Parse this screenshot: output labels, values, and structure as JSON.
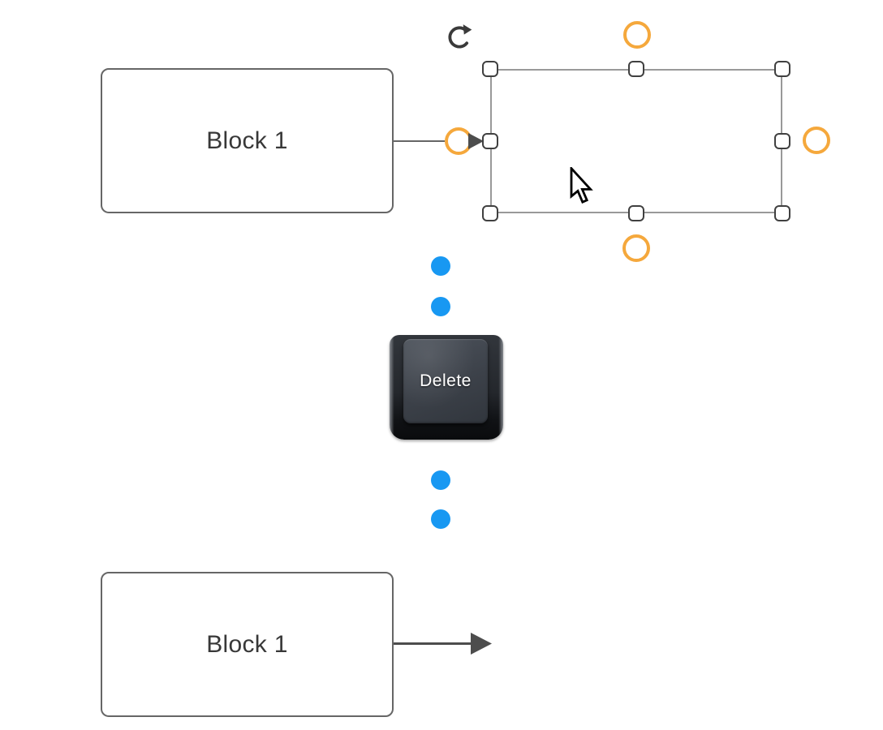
{
  "palette": {
    "canvas_bg": "#ffffff",
    "shape_border": "#666666",
    "label_color": "#383838",
    "selection_outline": "#999999",
    "handle_border": "#404040",
    "handle_fill": "#ffffff",
    "connection_ring": "#F5A83C",
    "arrow_color": "#4d4d4d",
    "dot_color": "#1898F2",
    "key_text": "#ffffff"
  },
  "before": {
    "source_block_label": "Block 1",
    "selected_block_label": "",
    "handle_count": 8,
    "connection_ring_count": 4
  },
  "key": {
    "label": "Delete"
  },
  "after": {
    "source_block_label": "Block 1"
  },
  "icons": {
    "rotate": "rotate-clockwise-arrow",
    "cursor": "arrow-pointer",
    "connection_point": "orange-ring",
    "arrowhead": "filled-triangle-right"
  }
}
